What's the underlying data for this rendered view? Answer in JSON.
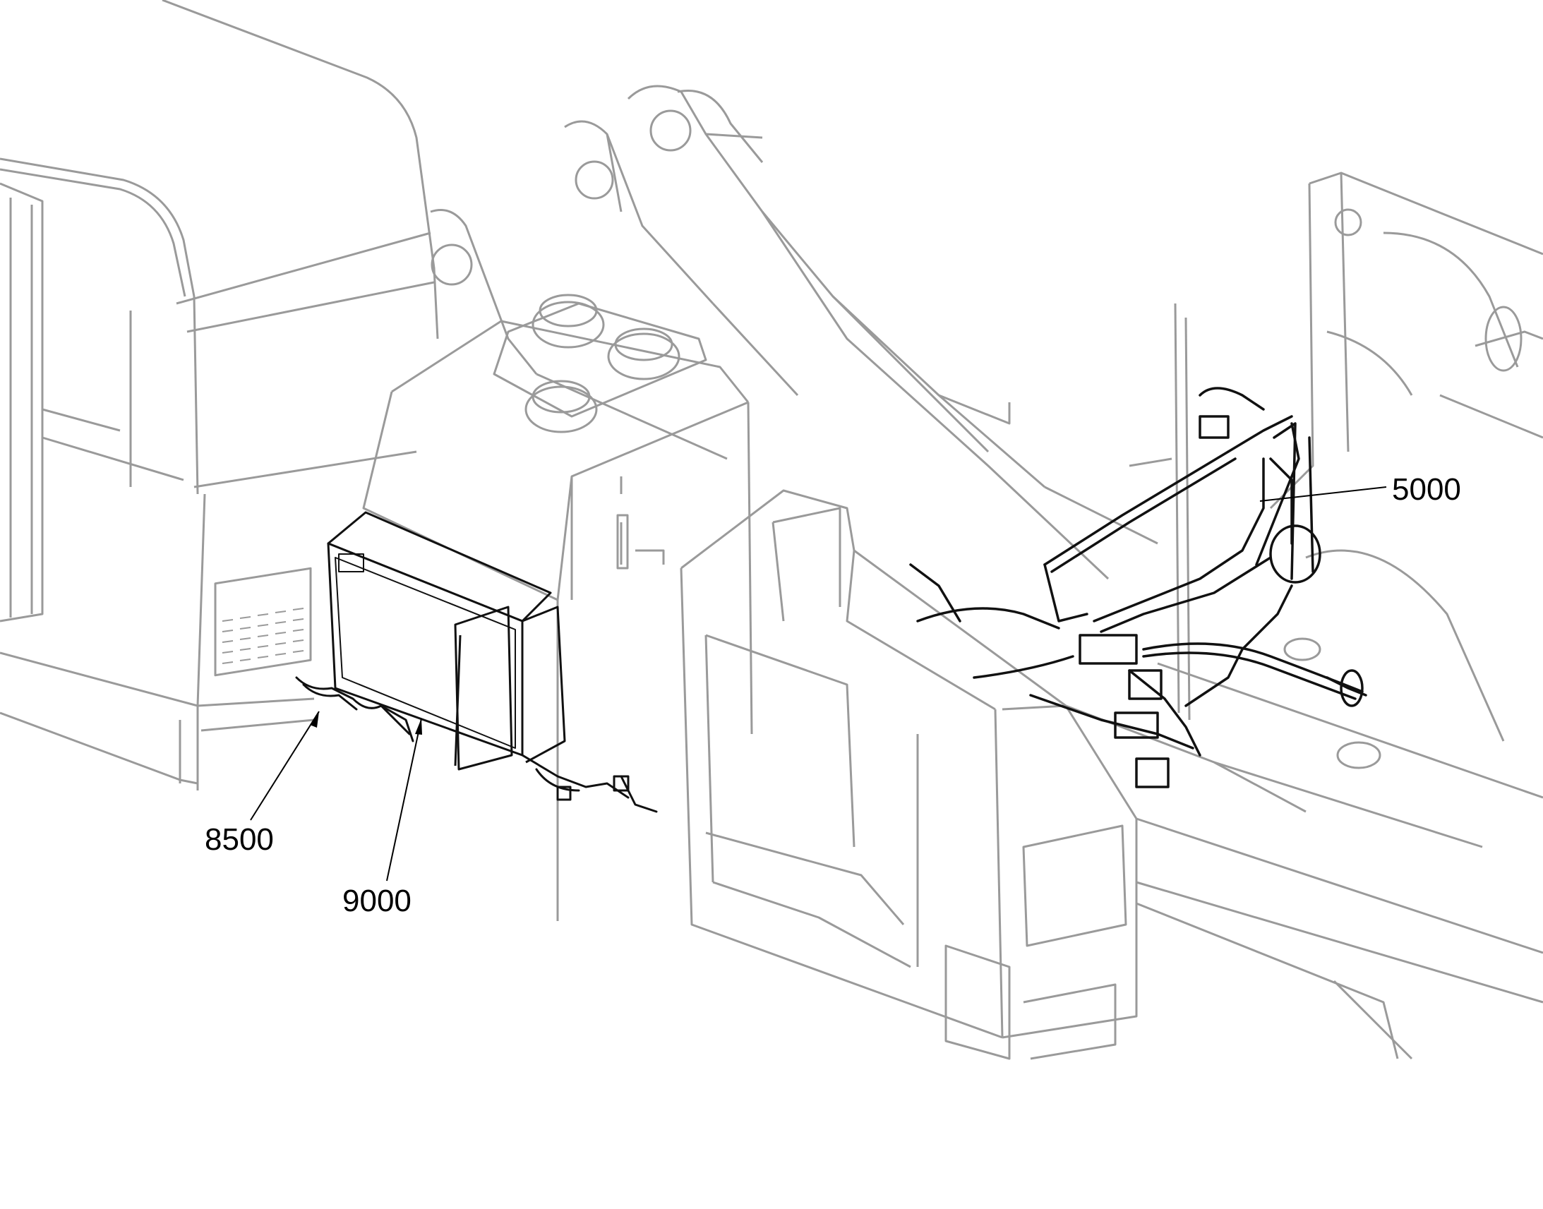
{
  "callouts": [
    {
      "id": "5000",
      "label": "5000"
    },
    {
      "id": "8500",
      "label": "8500"
    },
    {
      "id": "9000",
      "label": "9000"
    }
  ],
  "colors": {
    "frame_line": "#9a9a9a",
    "harness_line": "#111111",
    "leader_line": "#000000",
    "background": "#ffffff"
  }
}
